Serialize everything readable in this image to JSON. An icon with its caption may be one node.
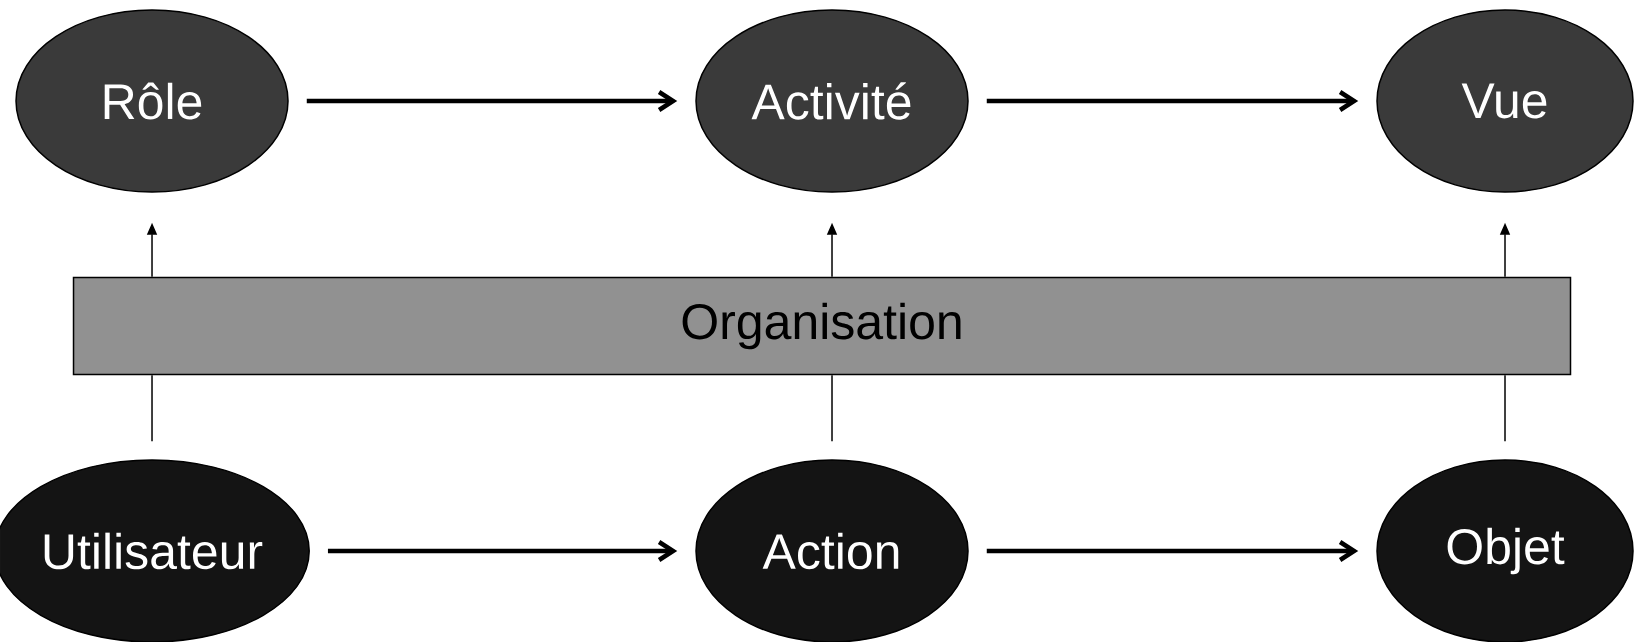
{
  "diagram": {
    "nodes": [
      {
        "text": [
          "Rôle"
        ]
      },
      {
        "text": [
          "Activité"
        ]
      },
      {
        "text": [
          "Vue"
        ]
      },
      {
        "text": [
          "Organisation"
        ]
      },
      {
        "text": [
          "Utilisateur"
        ]
      },
      {
        "text": [
          "Action"
        ]
      },
      {
        "text": [
          "Objet"
        ]
      }
    ],
    "edges": [
      {
        "from": 0,
        "to": 1,
        "arrow": "to",
        "style": "thick"
      },
      {
        "from": 1,
        "to": 2,
        "arrow": "to",
        "style": "thick"
      },
      {
        "from": 4,
        "to": 5,
        "arrow": "to",
        "style": "thick"
      },
      {
        "from": 5,
        "to": 6,
        "arrow": "to",
        "style": "thick"
      },
      {
        "from": 4,
        "to": 3,
        "arrow": "none"
      },
      {
        "from": 3,
        "to": 0,
        "arrow": "to"
      },
      {
        "from": 5,
        "to": 3,
        "arrow": "none"
      },
      {
        "from": 3,
        "to": 1,
        "arrow": "to"
      },
      {
        "from": 6,
        "to": 3,
        "arrow": "none"
      },
      {
        "from": 3,
        "to": 2,
        "arrow": "to"
      }
    ]
  }
}
